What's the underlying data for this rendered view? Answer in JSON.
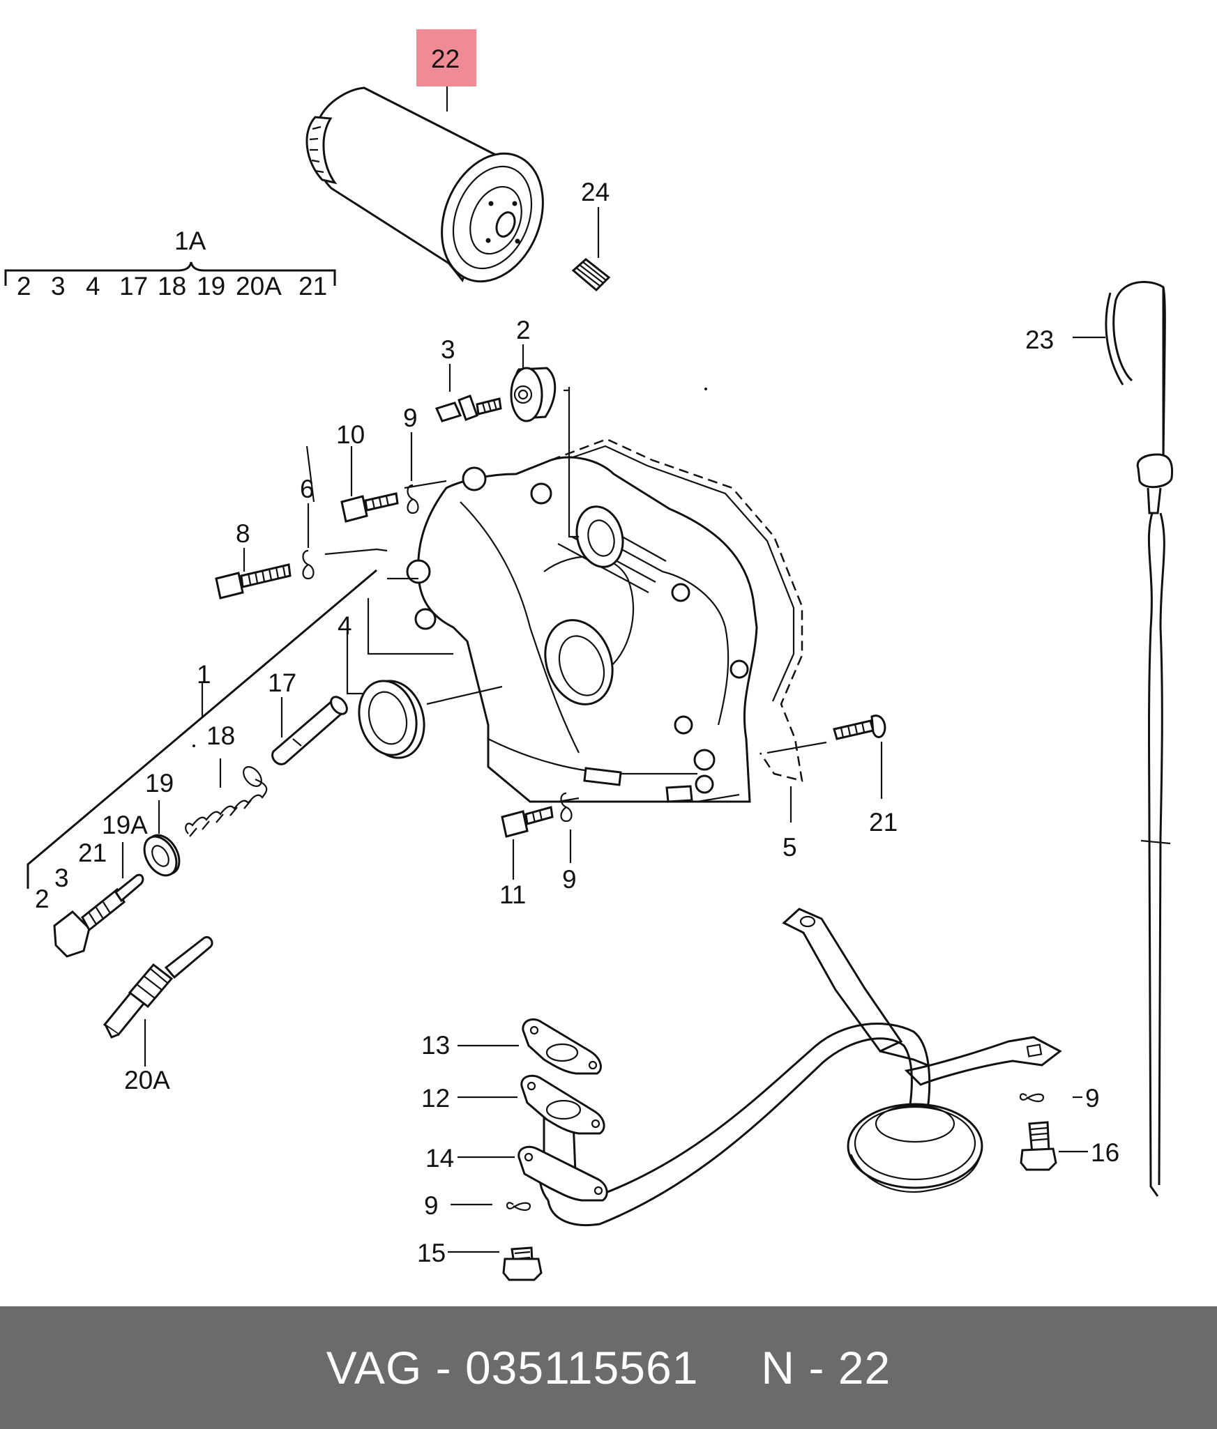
{
  "highlight_color": "#f08a94",
  "highlighted_part": "22",
  "group": {
    "label": "1A",
    "members": [
      "2",
      "3",
      "4",
      "17",
      "18",
      "19",
      "20A",
      "21"
    ]
  },
  "labels": {
    "p1": "1",
    "p2": "2",
    "p3": "3",
    "p4": "4",
    "p5": "5",
    "p6": "6",
    "p8": "8",
    "p9a": "9",
    "p9b": "9",
    "p9c": "9",
    "p9d": "9",
    "p10": "10",
    "p11": "11",
    "p12": "12",
    "p13": "13",
    "p14": "14",
    "p15": "15",
    "p16": "16",
    "p17": "17",
    "p18": "18",
    "p19": "19",
    "p19A": "19A",
    "p20A": "20A",
    "p21a": "21",
    "p21b": "21",
    "p22": "22",
    "p23": "23",
    "p24": "24",
    "s2": "2",
    "s3": "3",
    "s21": "21"
  },
  "footer": {
    "brand": "VAG",
    "sep1": "-",
    "part_number": "035115561",
    "n_label": "N",
    "sep2": "-",
    "n_value": "22"
  }
}
